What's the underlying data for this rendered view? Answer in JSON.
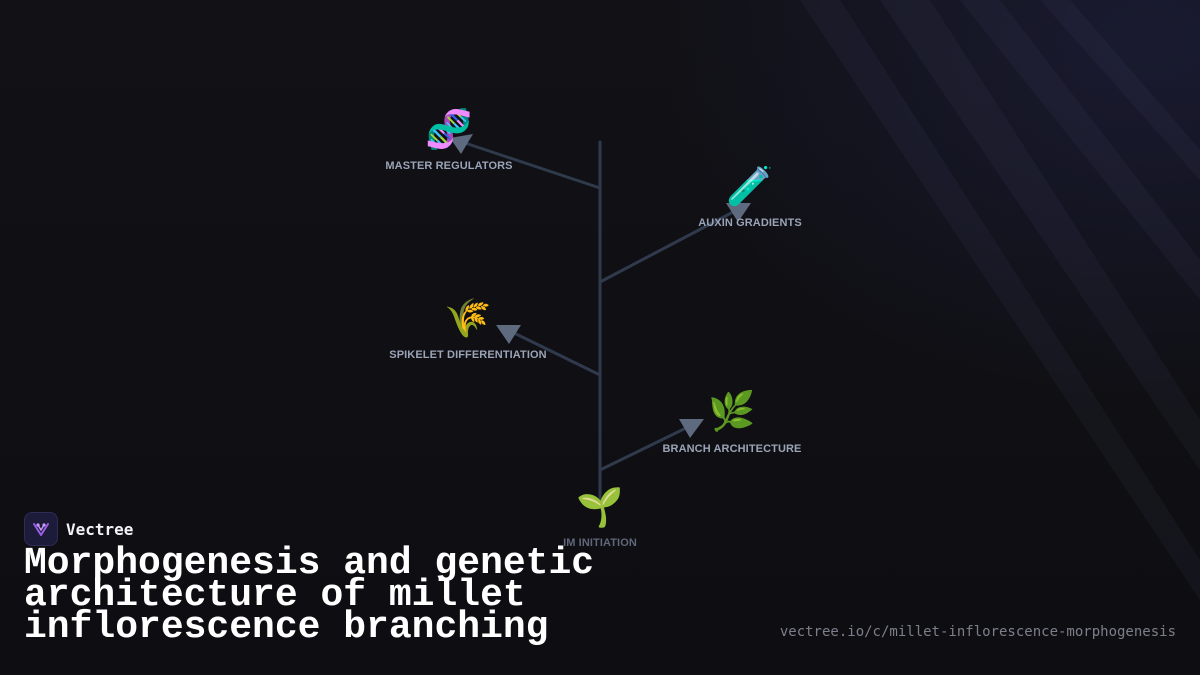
{
  "brand": {
    "name": "Vectree"
  },
  "title": "Morphogenesis and genetic architecture of millet inflorescence branching",
  "url": "vectree.io/c/millet-inflorescence-morphogenesis",
  "colors": {
    "background": "#0f0f13",
    "stem": "#2f3a4c",
    "arrow": "#5e6a7e",
    "label": "#9aa4b6",
    "root_label": "#5f6778",
    "logo_accent": "#9b5de5"
  },
  "diagram": {
    "root": {
      "icon": "🌱",
      "icon_name": "seedling-icon",
      "label": "IM INITIATION"
    },
    "branches": [
      {
        "icon": "🌿",
        "icon_name": "herb-icon",
        "label": "BRANCH ARCHITECTURE",
        "side": "right"
      },
      {
        "icon": "🌾",
        "icon_name": "sheaf-of-rice-icon",
        "label": "SPIKELET DIFFERENTIATION",
        "side": "left"
      },
      {
        "icon": "🧪",
        "icon_name": "test-tube-icon",
        "label": "AUXIN GRADIENTS",
        "side": "right"
      },
      {
        "icon": "🧬",
        "icon_name": "dna-icon",
        "label": "MASTER REGULATORS",
        "side": "left"
      }
    ]
  }
}
